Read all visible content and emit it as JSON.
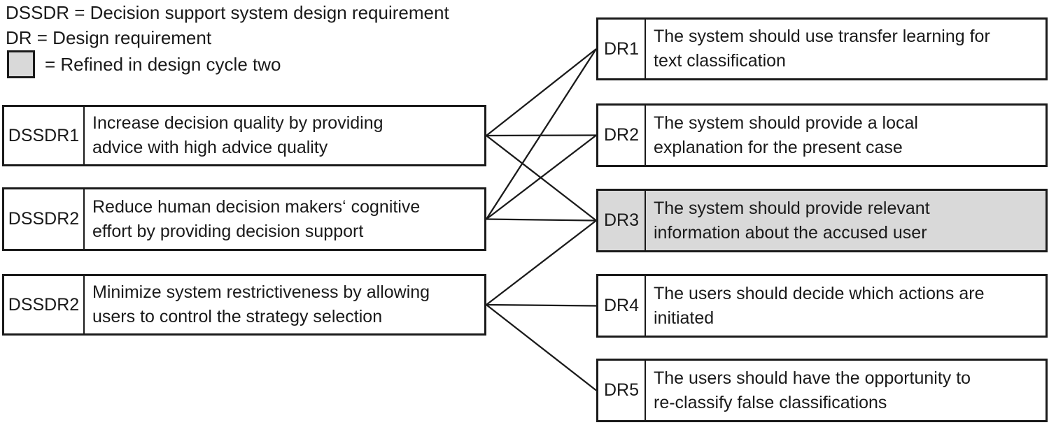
{
  "legend": {
    "line1": "DSSDR = Decision support system design requirement",
    "line2": "DR = Design requirement",
    "line3": "= Refined in design cycle two"
  },
  "colors": {
    "background": "#ffffff",
    "refined_fill": "#d9d9d9",
    "line": "#1a1a1a"
  },
  "left_boxes": [
    {
      "id": "dssdr1",
      "label": "DSSDR1",
      "text": "Increase decision quality by providing\nadvice with high advice quality",
      "refined": false
    },
    {
      "id": "dssdr2",
      "label": "DSSDR2",
      "text": "Reduce human decision makers‘ cognitive\neffort by providing decision support",
      "refined": false
    },
    {
      "id": "dssdr3",
      "label": "DSSDR2",
      "text": "Minimize system restrictiveness by allowing\nusers to control the strategy selection",
      "refined": false
    }
  ],
  "right_boxes": [
    {
      "id": "dr1",
      "label": "DR1",
      "text": "The system should use transfer learning for\ntext classification",
      "refined": false
    },
    {
      "id": "dr2",
      "label": "DR2",
      "text": "The system should provide a local\nexplanation for the present case",
      "refined": false
    },
    {
      "id": "dr3",
      "label": "DR3",
      "text": "The system should provide relevant\ninformation about the accused user",
      "refined": true
    },
    {
      "id": "dr4",
      "label": "DR4",
      "text": "The users should decide which actions are\ninitiated",
      "refined": false
    },
    {
      "id": "dr5",
      "label": "DR5",
      "text": "The users should have the opportunity to\nre-classify false classifications",
      "refined": false
    }
  ],
  "connections": [
    {
      "from": "dssdr1",
      "to": "dr1"
    },
    {
      "from": "dssdr1",
      "to": "dr2"
    },
    {
      "from": "dssdr1",
      "to": "dr3"
    },
    {
      "from": "dssdr2",
      "to": "dr1"
    },
    {
      "from": "dssdr2",
      "to": "dr2"
    },
    {
      "from": "dssdr2",
      "to": "dr3"
    },
    {
      "from": "dssdr3",
      "to": "dr3"
    },
    {
      "from": "dssdr3",
      "to": "dr4"
    },
    {
      "from": "dssdr3",
      "to": "dr5"
    }
  ]
}
